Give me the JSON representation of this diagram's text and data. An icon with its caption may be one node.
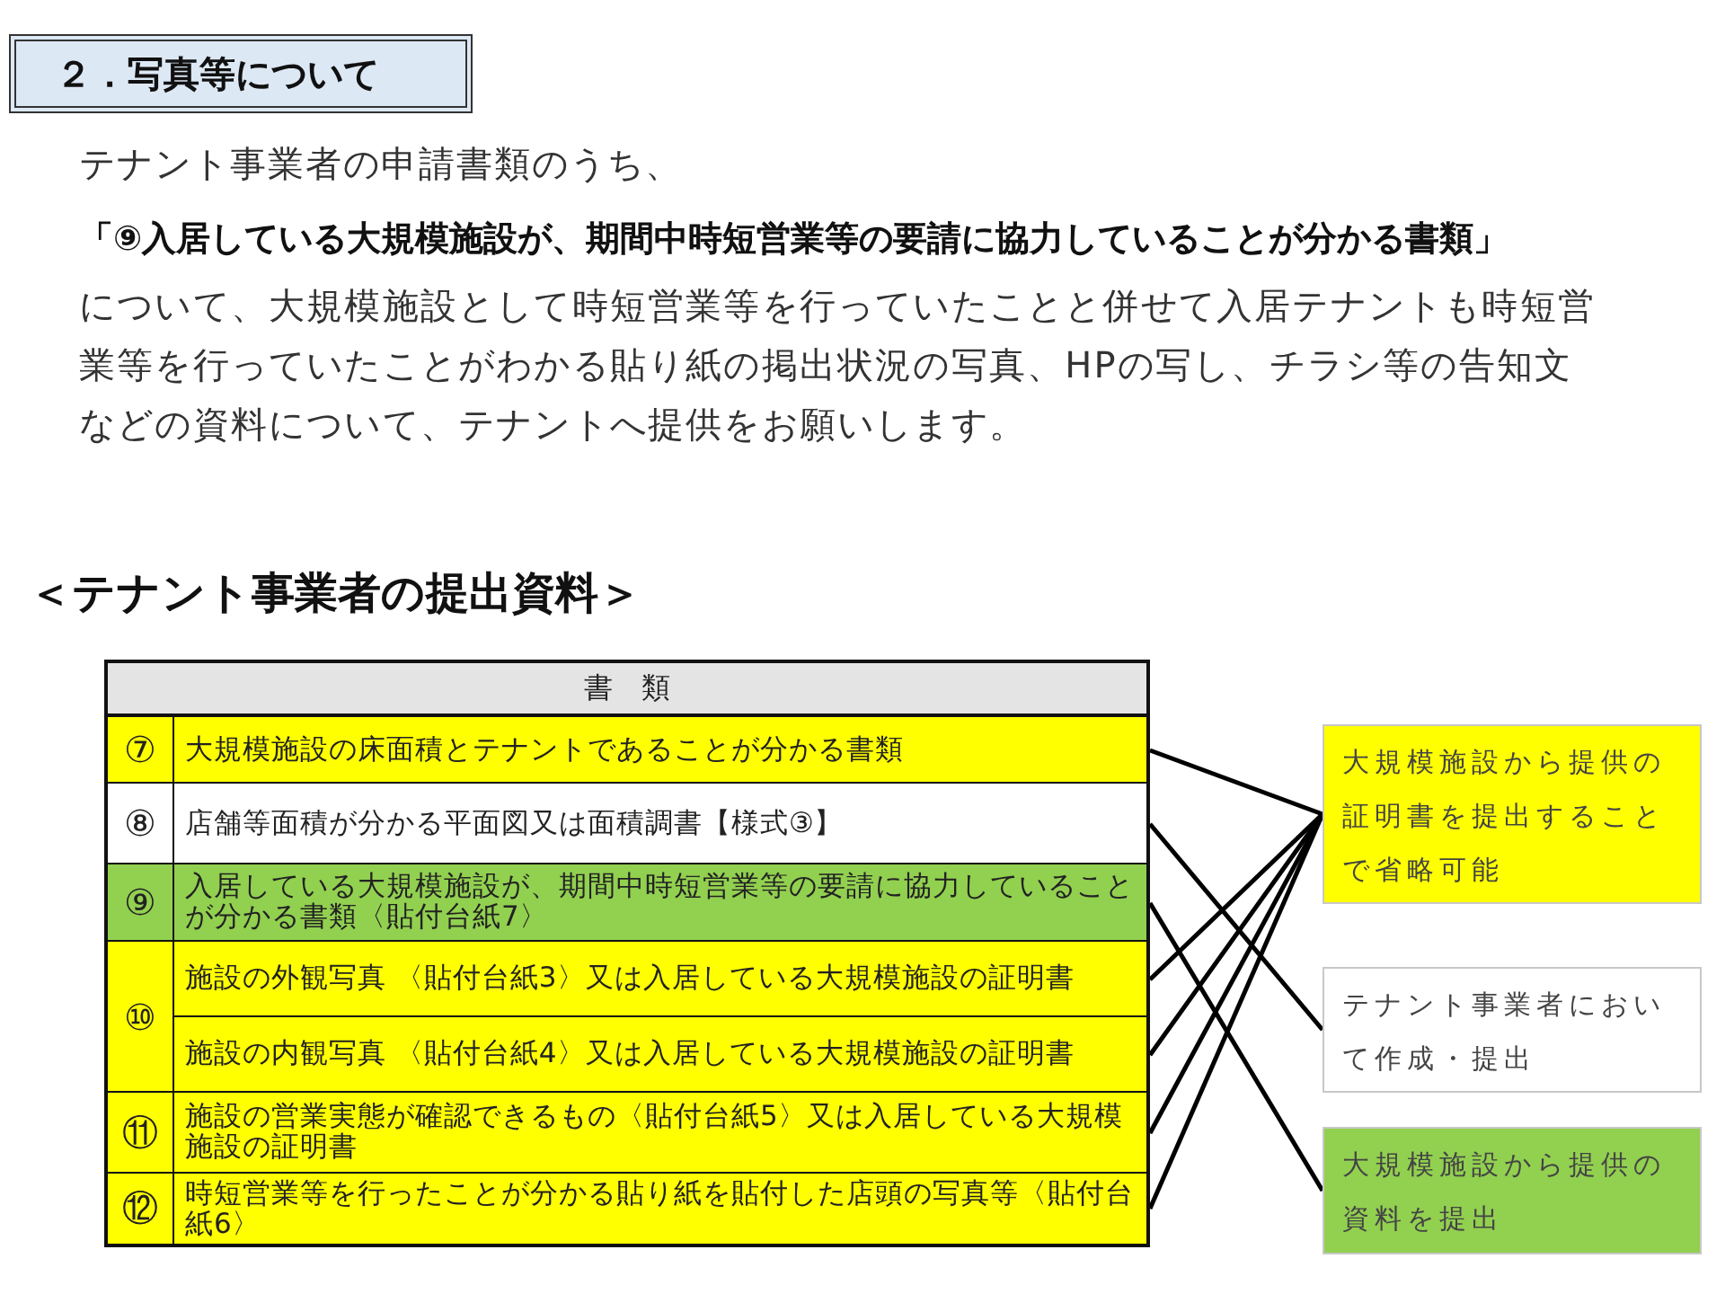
{
  "diagram": {
    "nodes": [
      {
        "text": [
          "２．写真等について"
        ]
      },
      {
        "text": [
          "⑦",
          "大規模施設の床面積とテナントであることが分かる書類"
        ]
      },
      {
        "text": [
          "⑧",
          "店舗等面積が分かる平面図又は面積調書【様式③】"
        ]
      },
      {
        "text": [
          "⑨",
          "入居している大規模施設が、期間中時短営業等の要請に協力していることが分かる書類〈貼付台紙7〉"
        ]
      },
      {
        "text": [
          "⑩"
        ]
      },
      {
        "text": [
          "施設の外観写真 〈貼付台紙3〉又は入居している大規模施設の証明書"
        ],
        "in": 4
      },
      {
        "text": [
          "施設の内観写真 〈貼付台紙4〉又は入居している大規模施設の証明書"
        ],
        "in": 4
      },
      {
        "text": [
          "⑪",
          "施設の営業実態が確認できるもの〈貼付台紙5〉又は入居している大規模施設の証明書"
        ]
      },
      {
        "text": [
          "⑫",
          "時短営業等を行ったことが分かる貼り紙を貼付した店頭の写真等〈貼付台紙6〉"
        ]
      },
      {
        "text": [
          "大規模施設から提供の証明書を提出することで省略可能"
        ]
      },
      {
        "text": [
          "テナント事業者において作成・提出"
        ]
      },
      {
        "text": [
          "大規模施設から提供の資料を提出"
        ]
      }
    ],
    "edges": [
      {
        "from": 1,
        "to": 9,
        "arrow": "none"
      },
      {
        "from": 2,
        "to": 10,
        "arrow": "none"
      },
      {
        "from": 3,
        "to": 11,
        "arrow": "none"
      },
      {
        "from": 5,
        "to": 9,
        "arrow": "none"
      },
      {
        "from": 6,
        "to": 9,
        "arrow": "none"
      },
      {
        "from": 7,
        "to": 9,
        "arrow": "none"
      },
      {
        "from": 8,
        "to": 9,
        "arrow": "none"
      }
    ],
    "labels": [
      "テナント事業者の申請書類のうち、",
      "「⑨入居している大規模施設が、期間中時短営業等の要請に協力していることが分かる書類」",
      "について、大規模施設として時短営業等を行っていたことと併せて入居テナントも時短営業等を行っていたことがわかる貼り紙の掲出状況の写真、HPの写し、チラシ等の告知文などの資料について、テナントへ提供をお願いします。",
      "＜テナント事業者の提出資料＞",
      "書　類"
    ]
  }
}
